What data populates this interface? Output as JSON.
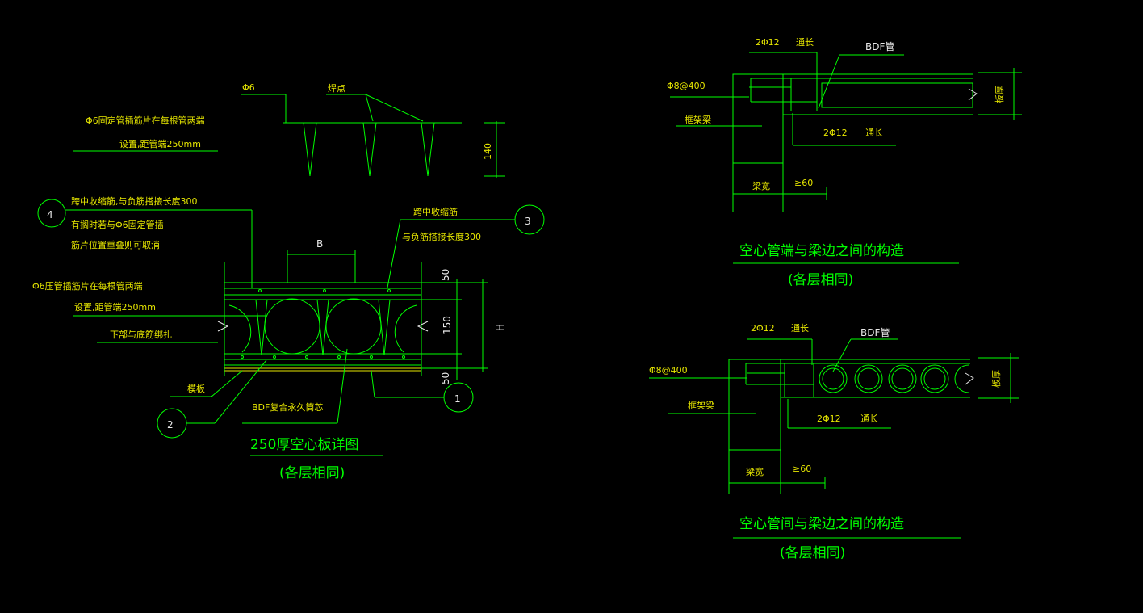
{
  "left": {
    "top_detail": {
      "phi6": "Φ6",
      "weld_point": "焊点",
      "note_line1": "Φ6固定管插筋片在每根管两端",
      "note_line2": "设置,距管端250mm",
      "dim_140": "140"
    },
    "section": {
      "callout_4": "4",
      "callout_3": "3",
      "callout_2": "2",
      "callout_1": "1",
      "note4_line1": "跨中收缩筋,与负筋搭接长度300",
      "note4_line2": "有搁时若与Φ6固定管插",
      "note4_line3": "筋片位置重叠则可取消",
      "note3_line1": "跨中收缩筋",
      "note3_line2": "与负筋搭接长度300",
      "dim_B": "B",
      "dim_50_top": "50",
      "dim_150": "150",
      "dim_50_bottom": "50",
      "dim_H": "H",
      "note_phi6_line1": "Φ6压管插筋片在每根管两端",
      "note_phi6_line2": "设置,距管端250mm",
      "note_bottom_bind": "下部与底筋绑扎",
      "note_formwork": "模板",
      "note_bdf": "BDF复合永久筒芯"
    },
    "title": "250厚空心板详图",
    "subtitle": "(各层相同)"
  },
  "right_top": {
    "label_2phi12_top": "2Φ12",
    "label_through_top": "通长",
    "label_bdf": "BDF管",
    "label_stirrup": "Φ8@400",
    "label_frame_beam": "框架梁",
    "label_2phi12_bottom": "2Φ12",
    "label_through_bottom": "通长",
    "label_slab_thickness": "板厚",
    "label_beam_width": "梁宽",
    "label_ge60": "≥60",
    "title": "空心管端与梁边之间的构造",
    "subtitle": "(各层相同)"
  },
  "right_bottom": {
    "label_2phi12_top": "2Φ12",
    "label_through_top": "通长",
    "label_bdf": "BDF管",
    "label_stirrup": "Φ8@400",
    "label_frame_beam": "框架梁",
    "label_2phi12_bottom": "2Φ12",
    "label_through_bottom": "通长",
    "label_slab_thickness": "板厚",
    "label_beam_width": "梁宽",
    "label_ge60": "≥60",
    "title": "空心管间与梁边之间的构造",
    "subtitle": "(各层相同)"
  },
  "colors": {
    "background": "#000000",
    "line": "#00ff00",
    "text": "#e6e600",
    "white": "#e8e8e8"
  }
}
